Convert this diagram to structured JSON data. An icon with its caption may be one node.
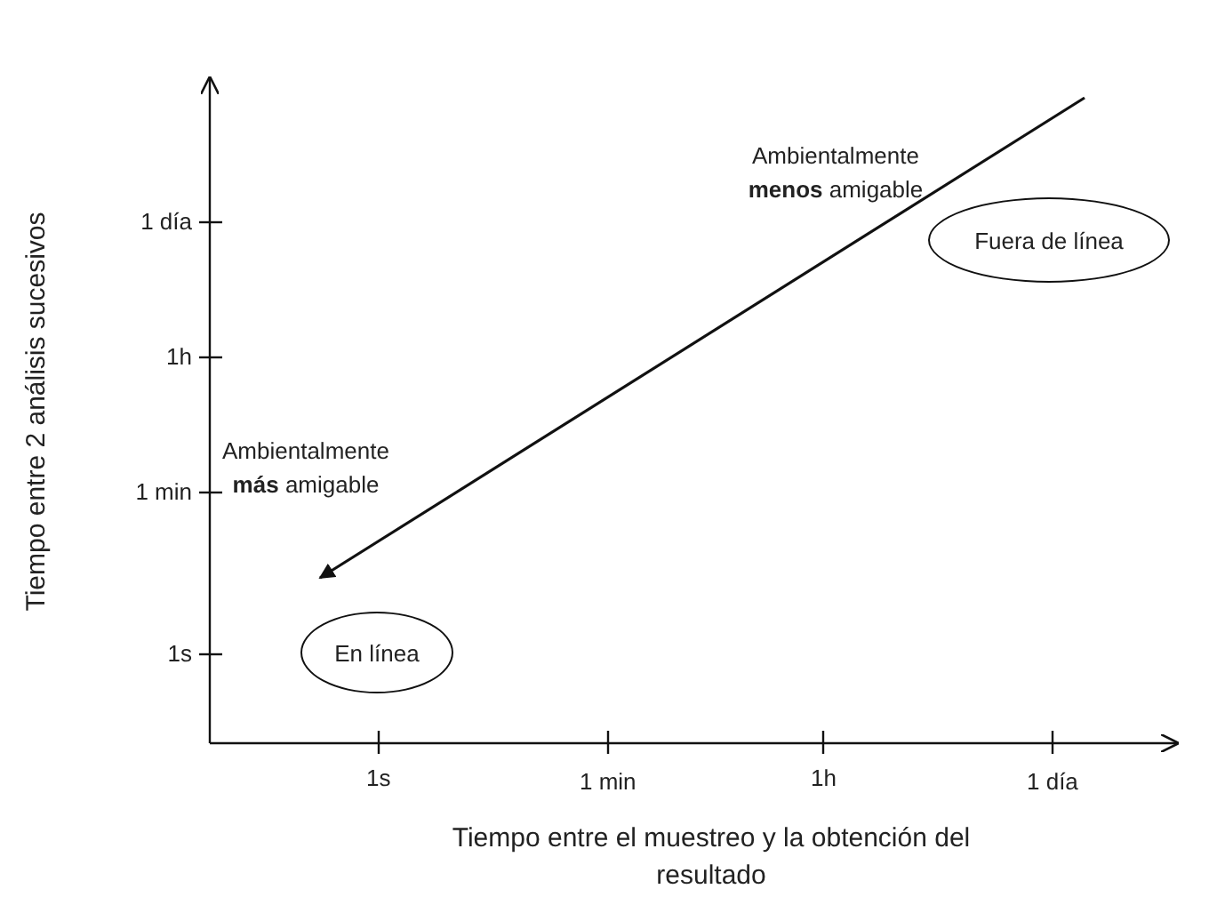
{
  "diagram": {
    "nodes": [
      {
        "text": [
          "Fuera de línea"
        ]
      },
      {
        "text": [
          "En línea"
        ]
      }
    ],
    "labels": [
      "Ambientalmente **menos** amigable",
      "1 día",
      "1h",
      "Ambientalmente **más** amigable",
      "1 min",
      "1s",
      "Tiempo entre 2 análisis sucesivos",
      "1s",
      "1 min",
      "1h",
      "1 día",
      "Tiempo entre el muestreo y la obtención del resultado"
    ]
  }
}
